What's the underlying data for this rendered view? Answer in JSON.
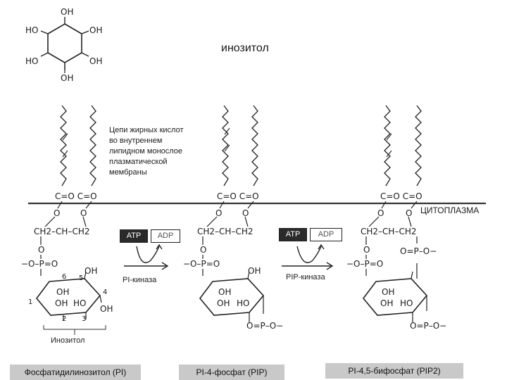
{
  "inositol_title": "инозитол",
  "inositol_struct": {
    "oh_top": "OH",
    "ho_left_upper": "HO",
    "oh_right_upper": "OH",
    "ho_left_lower": "HO",
    "oh_right_lower": "OH",
    "oh_bottom": "OH"
  },
  "note": {
    "line1": "Цепи жирных кислот",
    "line2": "во внутреннем",
    "line3": "липидном монослое",
    "line4": "плазматической",
    "line5": "мембраны"
  },
  "cytoplasm": "ЦИТОПЛАЗМА",
  "enzymes": {
    "atp": "ATP",
    "adp": "ADP",
    "pi_kinase": "PI-киназа",
    "pip_kinase": "PIP-киназа"
  },
  "chem": {
    "ester": "C=O  C=O",
    "o": "O",
    "backbone": "CH2–CH–CH2",
    "phosphate": "−O–P=O",
    "phosphate2": "O=P–O−",
    "oh": "OH",
    "ho": "HO",
    "n1": "1",
    "n2": "2",
    "n3": "3",
    "n4": "4",
    "n5": "5",
    "n6": "6"
  },
  "inositol_label": "Инозитол",
  "products": {
    "pi": "Фосфатидилинозитол (PI)",
    "pip": "PI-4-фосфат (PIP)",
    "pip2": "PI-4,5-бифосфат (PIP2)"
  }
}
